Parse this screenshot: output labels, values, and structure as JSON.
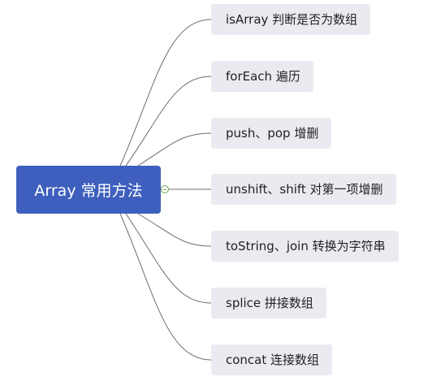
{
  "root": {
    "label": "Array 常用方法"
  },
  "branches": [
    {
      "label": "isArray 判断是否为数组"
    },
    {
      "label": "forEach 遍历"
    },
    {
      "label": "push、pop 增删"
    },
    {
      "label": "unshift、shift 对第一项增删"
    },
    {
      "label": "toString、join 转换为字符串"
    },
    {
      "label": "splice 拼接数组"
    },
    {
      "label": "concat 连接数组"
    }
  ],
  "colors": {
    "root_fill": "#3e5fbd",
    "root_text": "#ffffff",
    "branch_fill": "#eaebf1",
    "branch_text": "#222222",
    "connector": "#6e6e6e",
    "toggle": "#6aa84f"
  },
  "icons": {
    "collapse_toggle": "collapse-minus-icon"
  }
}
